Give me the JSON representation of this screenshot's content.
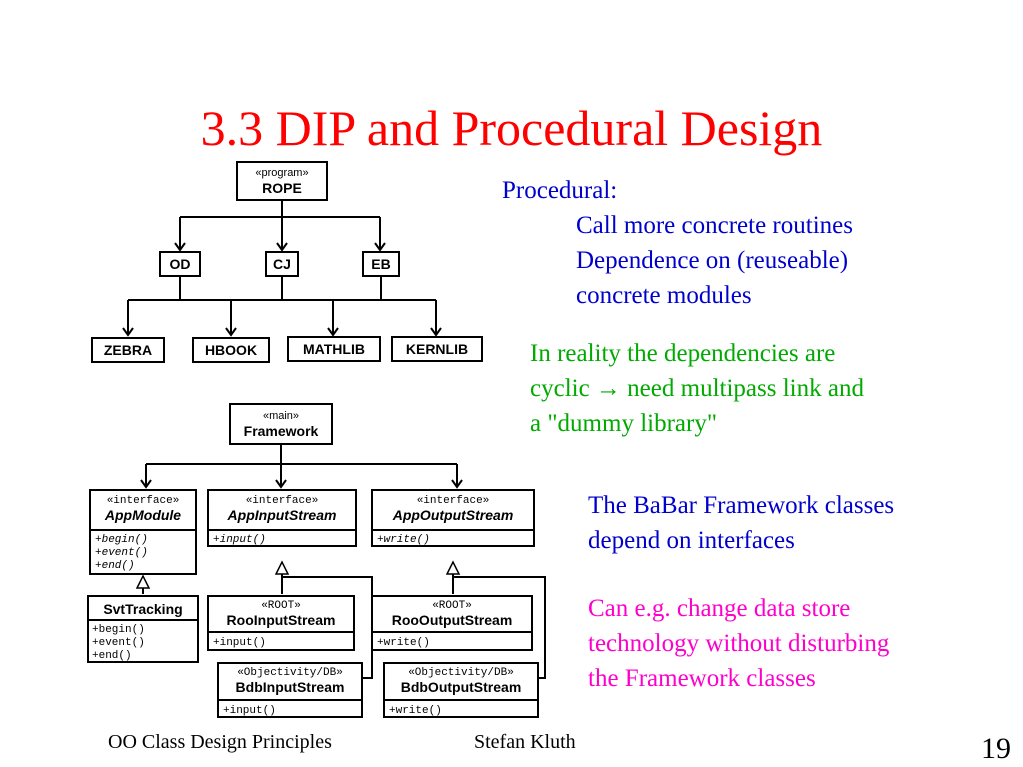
{
  "slide": {
    "title": "3.3 DIP and Procedural Design",
    "procedural_heading": "Procedural:",
    "procedural_lines": [
      "Call more concrete routines",
      "Dependence on (reuseable)",
      "concrete modules"
    ],
    "reality_lines": [
      "In reality the dependencies are",
      "cyclic → need multipass link and",
      "a \"dummy library\""
    ],
    "babar_lines": [
      "The BaBar Framework classes",
      "depend on interfaces"
    ],
    "change_lines": [
      "Can e.g. change data store",
      "technology without disturbing",
      "the Framework classes"
    ],
    "footer_left": "OO Class Design Principles",
    "footer_center": "Stefan Kluth",
    "page_number": "19"
  },
  "colors": {
    "title": "#ff0000",
    "blue_text": "#0000cc",
    "green_text": "#00aa00",
    "magenta_text": "#ff00cc"
  },
  "procedural_diagram": {
    "program_stereotype": "«program»",
    "program_name": "ROPE",
    "modules": [
      "OD",
      "CJ",
      "EB"
    ],
    "libraries": [
      "ZEBRA",
      "HBOOK",
      "MATHLIB",
      "KERNLIB"
    ]
  },
  "framework_diagram": {
    "main_stereotype": "«main»",
    "main_name": "Framework",
    "app_module": {
      "stereotype": "«interface»",
      "name": "AppModule",
      "ops": [
        "+begin()",
        "+event()",
        "+end()"
      ]
    },
    "app_input": {
      "stereotype": "«interface»",
      "name": "AppInputStream",
      "ops": [
        "+input()"
      ]
    },
    "app_output": {
      "stereotype": "«interface»",
      "name": "AppOutputStream",
      "ops": [
        "+write()"
      ]
    },
    "svt": {
      "name": "SvtTracking",
      "ops": [
        "+begin()",
        "+event()",
        "+end()"
      ]
    },
    "roo_input": {
      "stereotype": "«ROOT»",
      "name": "RooInputStream",
      "ops": [
        "+input()"
      ]
    },
    "roo_output": {
      "stereotype": "«ROOT»",
      "name": "RooOutputStream",
      "ops": [
        "+write()"
      ]
    },
    "bdb_input": {
      "stereotype": "«Objectivity/DB»",
      "name": "BdbInputStream",
      "ops": [
        "+input()"
      ]
    },
    "bdb_output": {
      "stereotype": "«Objectivity/DB»",
      "name": "BdbOutputStream",
      "ops": [
        "+write()"
      ]
    }
  }
}
